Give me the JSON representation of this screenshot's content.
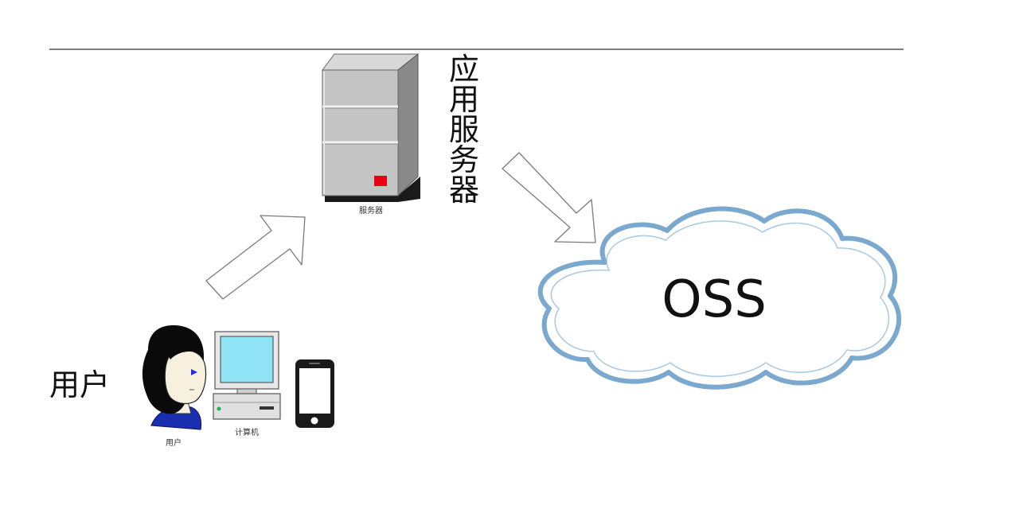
{
  "labels": {
    "server_caption": "服务器",
    "app_server_vertical": [
      "应",
      "用",
      "服",
      "务",
      "器"
    ],
    "user_big": "用户",
    "user_caption": "用户",
    "computer_caption": "计算机",
    "oss": "OSS"
  },
  "colors": {
    "cloud_stroke": "#7aa8cf",
    "server_body": "#c4c4c4",
    "server_side": "#8a8a8a",
    "server_led": "#e60012",
    "monitor_screen": "#8fe3f5",
    "person_shirt": "#1a2fb0",
    "person_skin": "#f7f0df"
  }
}
